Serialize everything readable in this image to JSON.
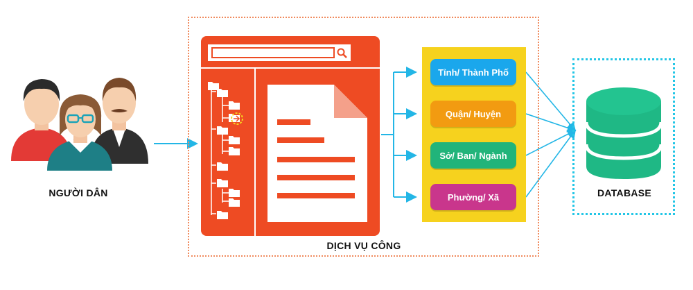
{
  "labels": {
    "users": "NGƯỜI DÂN",
    "service": "DỊCH VỤ CÔNG",
    "database": "DATABASE"
  },
  "levels": [
    {
      "label": "Tỉnh/ Thành Phố",
      "color": "#1aa7ec"
    },
    {
      "label": "Quận/ Huyện",
      "color": "#f29b11"
    },
    {
      "label": "Sở/ Ban/ Ngành",
      "color": "#21b47a"
    },
    {
      "label": "Phường/ Xã",
      "color": "#c9368c"
    }
  ],
  "colors": {
    "app_window": "#ee4b23",
    "connector": "#23b6e6",
    "database": "#1fb885",
    "panel": "#f6d21e"
  },
  "icons": [
    "people-group-icon",
    "search-icon",
    "folder-tree-icon",
    "document-icon",
    "database-icon"
  ]
}
